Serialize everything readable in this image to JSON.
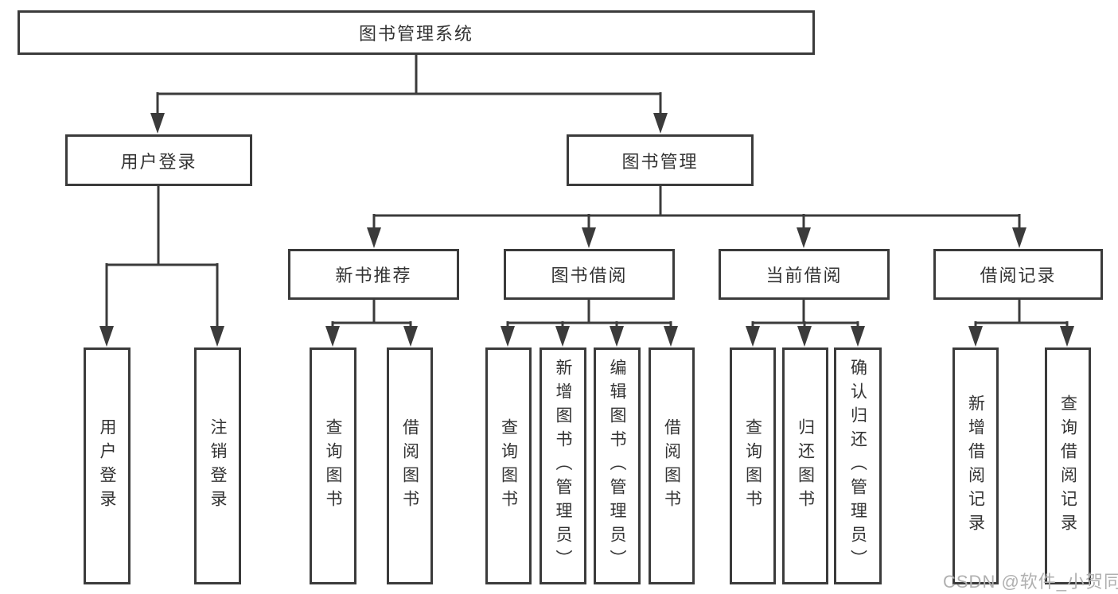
{
  "colors": {
    "line": "#3b3b3b",
    "text": "#333333",
    "watermark": "#b0b0b0",
    "background": "#ffffff"
  },
  "watermark": "CSDN @软件_小贺同学",
  "tree": {
    "root": {
      "label": "图书管理系统"
    },
    "branches": [
      {
        "label": "用户登录",
        "children": [
          "用户登录",
          "注销登录"
        ]
      },
      {
        "label": "图书管理"
      }
    ],
    "modules": [
      {
        "label": "新书推荐",
        "children": [
          "查询图书",
          "借阅图书"
        ]
      },
      {
        "label": "图书借阅",
        "children": [
          "查询图书",
          "新增图书（管理员）",
          "编辑图书（管理员）",
          "借阅图书"
        ]
      },
      {
        "label": "当前借阅",
        "children": [
          "查询图书",
          "归还图书",
          "确认归还（管理员）"
        ]
      },
      {
        "label": "借阅记录",
        "children": [
          "新增借阅记录",
          "查询借阅记录"
        ]
      }
    ]
  }
}
